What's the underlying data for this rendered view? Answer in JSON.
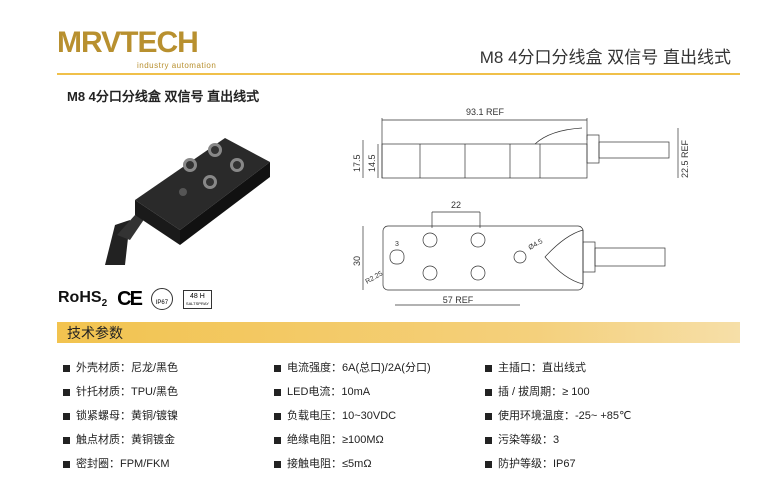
{
  "brand": {
    "name": "MRVTECH",
    "tagline": "industry automation"
  },
  "header": {
    "title": "M8 4分口分线盒 双信号 直出线式"
  },
  "subtitle": "M8 4分口分线盒 双信号 直出线式",
  "drawing": {
    "length": "93.1 REF",
    "h1": "17.5",
    "h2": "14.5",
    "cable_h": "22.5 REF",
    "pitch": "22",
    "width": "30",
    "slot": "3",
    "radius": "R2.25",
    "hole": "Ø4.5",
    "hole_dist": "57 REF"
  },
  "certs": {
    "rohs": "RoHS",
    "rohs_sub": "2",
    "ce": "CE",
    "ip": "IP67",
    "salt_top": "48 H",
    "salt_bottom": "SALTSPRAY"
  },
  "section": "技术参数",
  "specs": [
    [
      "外壳材质：尼龙/黑色",
      "电流强度：6A(总口)/2A(分口)",
      "主插口：直出线式"
    ],
    [
      "针托材质：TPU/黑色",
      "LED电流：10mA",
      "插 / 拔周期：≥ 100"
    ],
    [
      "锁紧螺母：黄铜/镀镍",
      "负载电压：10~30VDC",
      "使用环境温度：-25~ +85℃"
    ],
    [
      "触点材质：黄铜镀金",
      "绝缘电阻：≥100MΩ",
      "污染等级：3"
    ],
    [
      "密封圈：FPM/FKM",
      "接触电阻：≤5mΩ",
      "防护等级：IP67"
    ]
  ]
}
